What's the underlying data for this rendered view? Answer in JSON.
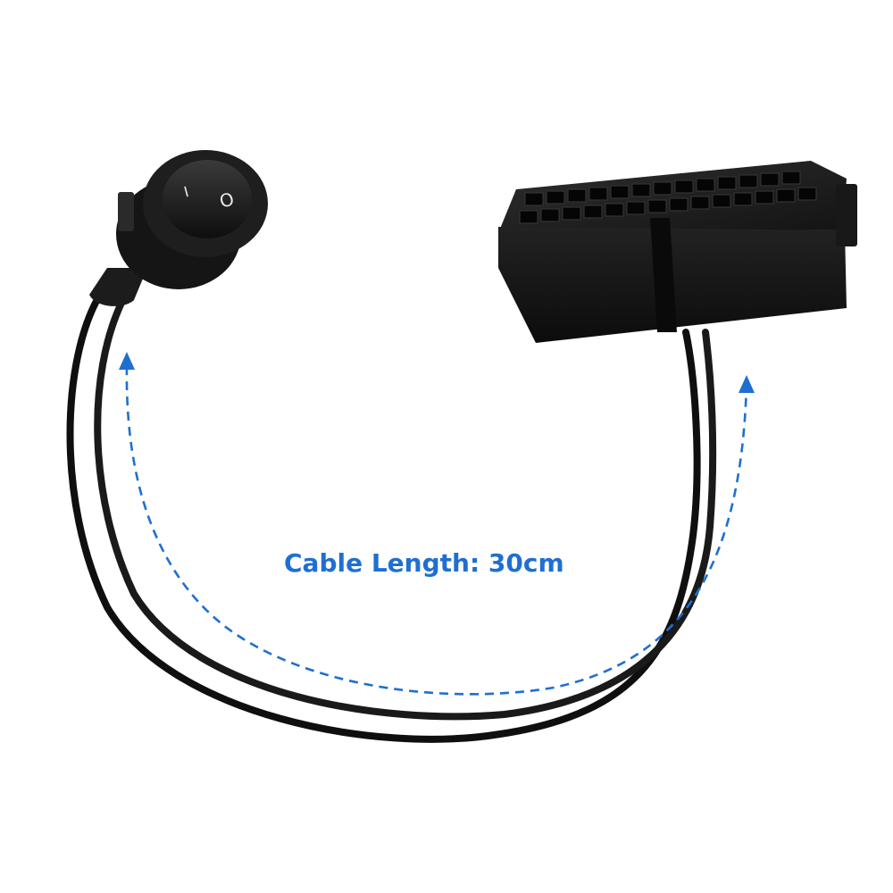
{
  "caption": {
    "text": "Cable Length: 30cm"
  },
  "switch": {
    "on_symbol": "I",
    "off_symbol": "O"
  },
  "colors": {
    "accent": "#1f6fd1",
    "cable": "#111111",
    "connector": "#1b1b1b",
    "background": "#ffffff"
  },
  "icons": {
    "left_arrow": "arrow-up-icon",
    "right_arrow": "arrow-up-icon"
  }
}
